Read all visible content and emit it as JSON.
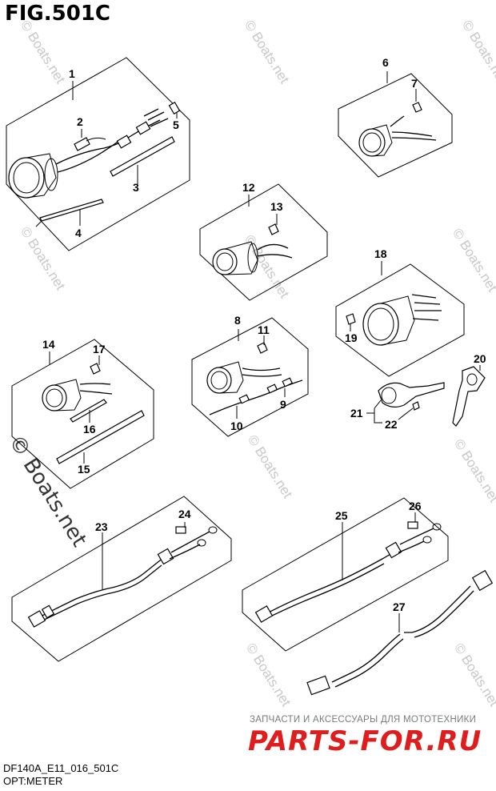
{
  "figure": {
    "title": "FIG.501C",
    "code": "DF140A_E11_016_501C",
    "name": "OPT:METER"
  },
  "watermark": {
    "small": "© Boats.net",
    "large": "© Boats.net"
  },
  "advert": {
    "text": "ЗАПЧАСТИ И АКСЕССУАРЫ ДЛЯ МОТОТЕХНИКИ",
    "logo": "PARTS-FOR.RU",
    "color": "#e01d1d"
  },
  "callouts": [
    "1",
    "2",
    "3",
    "4",
    "5",
    "6",
    "7",
    "8",
    "9",
    "10",
    "11",
    "12",
    "13",
    "14",
    "15",
    "16",
    "17",
    "18",
    "19",
    "20",
    "21",
    "22",
    "23",
    "24",
    "25",
    "26",
    "27"
  ]
}
